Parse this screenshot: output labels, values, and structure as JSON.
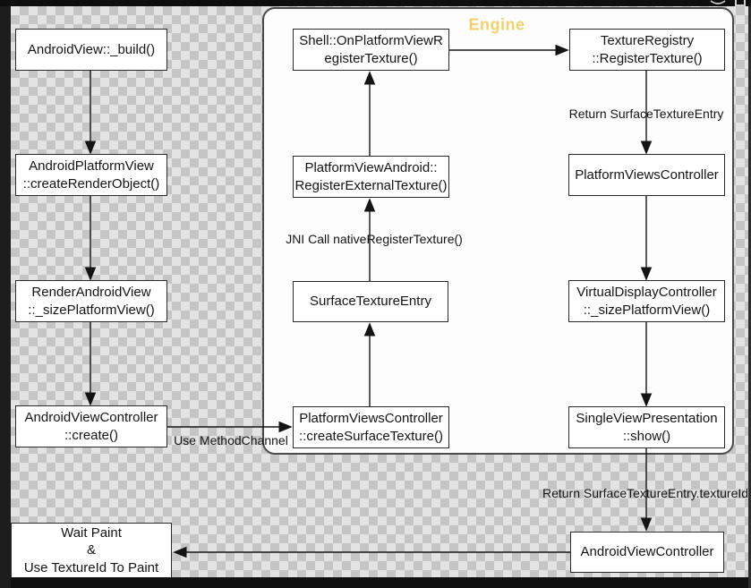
{
  "engine": {
    "title": "Engine",
    "title_color": "#f0d36c",
    "fill": "#fdfdfd",
    "border_color": "#4a4a4a"
  },
  "canvas": {
    "checker_light": "#e3e3e3",
    "checker_dark": "#c5c5c5",
    "frame_color": "#161616"
  },
  "nodes": {
    "av_build": {
      "line1": "AndroidView::_build()"
    },
    "apv_cro": {
      "line1": "AndroidPlatformView",
      "line2": "::createRenderObject()"
    },
    "rav_spv": {
      "line1": "RenderAndroidView",
      "line2": "::_sizePlatformView()"
    },
    "avc_create": {
      "line1": "AndroidViewController",
      "line2": "::create()"
    },
    "wait_paint": {
      "line1": "Wait Paint",
      "line2": "&",
      "line3": "Use TextureId To Paint"
    },
    "shell": {
      "line1": "Shell::OnPlatformViewR",
      "line2": "egisterTexture()"
    },
    "pva_ret": {
      "line1": "PlatformViewAndroid::",
      "line2": "RegisterExternalTexture()"
    },
    "ste": {
      "line1": "SurfaceTextureEntry"
    },
    "pvc_cst": {
      "line1": "PlatformViewsController",
      "line2": "::createSurfaceTexture()"
    },
    "tr_rt": {
      "line1": "TextureRegistry",
      "line2": "::RegisterTexture()"
    },
    "pvc": {
      "line1": "PlatformViewsController"
    },
    "vdc_spv": {
      "line1": "VirtualDisplayController",
      "line2": "::_sizePlatformView()"
    },
    "svp_show": {
      "line1": "SingleViewPresentation",
      "line2": "::show()"
    },
    "avc2": {
      "line1": "AndroidViewController"
    }
  },
  "edge_labels": {
    "use_method_channel": "Use MethodChannel",
    "jni_call": "JNI Call nativeRegisterTexture()",
    "return_ste": "Return SurfaceTextureEntry",
    "return_ste_id": "Return SurfaceTextureEntry.textureId"
  }
}
